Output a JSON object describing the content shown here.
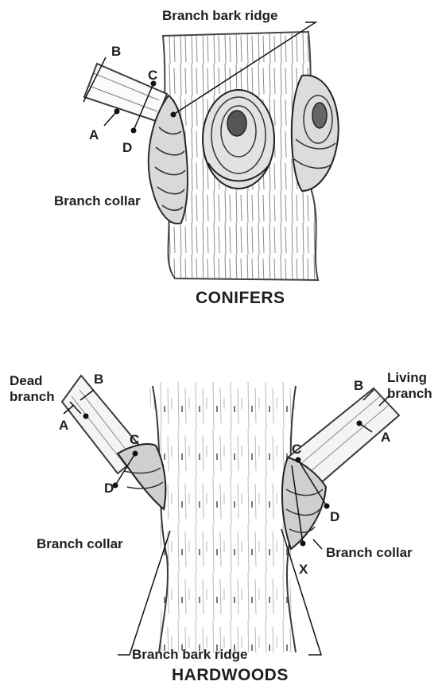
{
  "conifers": {
    "title": "CONIFERS",
    "labels": {
      "branch_bark_ridge": "Branch bark ridge",
      "branch_collar": "Branch collar",
      "a": "A",
      "b": "B",
      "c": "C",
      "d": "D"
    }
  },
  "hardwoods": {
    "title": "HARDWOODS",
    "labels": {
      "dead_branch": "Dead\nbranch",
      "living_branch": "Living\nbranch",
      "branch_collar_left": "Branch collar",
      "branch_collar_right": "Branch collar",
      "branch_bark_ridge": "Branch bark ridge",
      "a_left": "A",
      "b_left": "B",
      "c_left": "C",
      "d_left": "D",
      "a_right": "A",
      "b_right": "B",
      "c_right": "C",
      "d_right": "D",
      "x": "X"
    }
  }
}
